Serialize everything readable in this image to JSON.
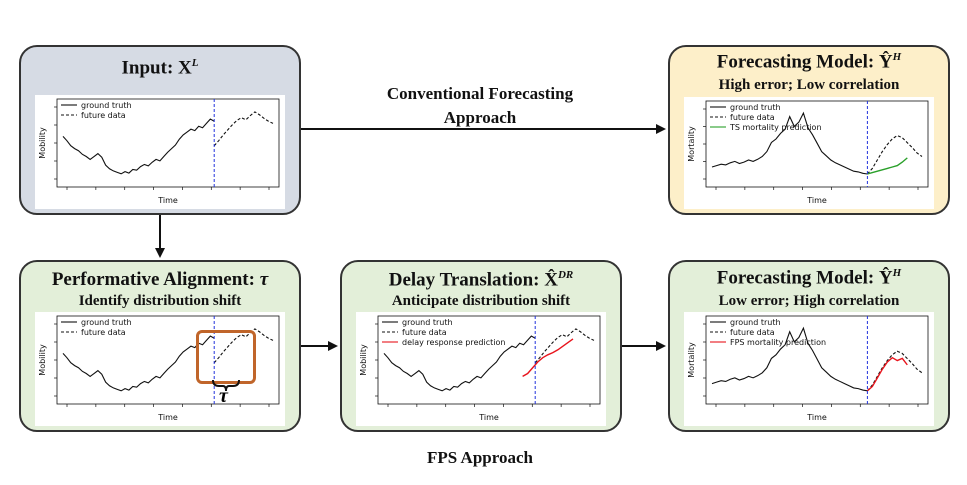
{
  "panels": {
    "input": {
      "title_main": "Input: X",
      "title_sup": "L",
      "fill": "#d6dbe4",
      "plot": {
        "ylabel": "Mobility",
        "xlabel": "Time",
        "legend": [
          "ground truth",
          "future data"
        ]
      }
    },
    "forecast_top": {
      "title_main": "Forecasting Model: Ŷ",
      "title_sup": "H",
      "subtitle": "High error; Low correlation",
      "fill": "#fdefc9",
      "plot": {
        "ylabel": "Mortality",
        "xlabel": "Time",
        "legend": [
          "ground truth",
          "future data",
          "TS mortality prediction"
        ]
      }
    },
    "alignment": {
      "title_main": "Performative Alignment: ",
      "title_sym": "τ",
      "subtitle": "Identify distribution shift",
      "fill": "#e3efd9",
      "tau_label": "τ",
      "plot": {
        "ylabel": "Mobility",
        "xlabel": "Time",
        "legend": [
          "ground truth",
          "future data"
        ]
      }
    },
    "delay": {
      "title_main": "Delay Translation: X̂",
      "title_sup": "DR",
      "subtitle": "Anticipate distribution shift",
      "fill": "#e3efd9",
      "plot": {
        "ylabel": "Mobility",
        "xlabel": "Time",
        "legend": [
          "ground truth",
          "future data",
          "delay response prediction"
        ]
      }
    },
    "forecast_bottom": {
      "title_main": "Forecasting Model: Ŷ",
      "title_sup": "H",
      "subtitle": "Low error; High correlation",
      "fill": "#e3efd9",
      "plot": {
        "ylabel": "Mortality",
        "xlabel": "Time",
        "legend": [
          "ground truth",
          "future data",
          "FPS mortality prediction"
        ]
      }
    }
  },
  "labels": {
    "conventional": [
      "Conventional Forecasting",
      "Approach"
    ],
    "fps": "FPS Approach"
  },
  "colors": {
    "truth": "#111111",
    "divider": "#2233dd",
    "green_pred": "#2aa02a",
    "red_pred": "#e8141c",
    "highlight_box": "#c0652a"
  },
  "series": {
    "mobility": [
      0.62,
      0.56,
      0.49,
      0.45,
      0.42,
      0.37,
      0.34,
      0.3,
      0.34,
      0.38,
      0.33,
      0.22,
      0.17,
      0.14,
      0.12,
      0.1,
      0.13,
      0.11,
      0.16,
      0.15,
      0.2,
      0.23,
      0.21,
      0.26,
      0.3,
      0.28,
      0.34,
      0.4,
      0.45,
      0.5,
      0.58,
      0.64,
      0.68,
      0.72,
      0.7,
      0.76,
      0.74,
      0.8,
      0.86,
      0.83
    ],
    "mobility_future": [
      0.49,
      0.56,
      0.64,
      0.71,
      0.78,
      0.84,
      0.88,
      0.85,
      0.91,
      0.96,
      0.92,
      0.87,
      0.83,
      0.8
    ],
    "mortality": [
      0.2,
      0.22,
      0.24,
      0.23,
      0.26,
      0.28,
      0.25,
      0.27,
      0.3,
      0.28,
      0.31,
      0.35,
      0.42,
      0.55,
      0.6,
      0.68,
      0.74,
      0.92,
      0.78,
      0.84,
      0.97,
      0.76,
      0.66,
      0.54,
      0.42,
      0.36,
      0.3,
      0.26,
      0.23,
      0.2,
      0.17,
      0.14,
      0.13,
      0.11,
      0.1
    ],
    "mortality_future": [
      0.1,
      0.18,
      0.3,
      0.42,
      0.52,
      0.6,
      0.65,
      0.62,
      0.55,
      0.48,
      0.4,
      0.35
    ],
    "ts_pred": [
      0.1,
      0.12,
      0.14,
      0.16,
      0.18,
      0.2,
      0.22,
      0.27,
      0.33
    ],
    "fps_pred": [
      0.1,
      0.16,
      0.28,
      0.4,
      0.5,
      0.56,
      0.52,
      0.55,
      0.46
    ],
    "delay_pred": [
      0.3,
      0.34,
      0.42,
      0.5,
      0.56,
      0.6,
      0.63,
      0.67,
      0.72,
      0.77,
      0.82
    ]
  }
}
